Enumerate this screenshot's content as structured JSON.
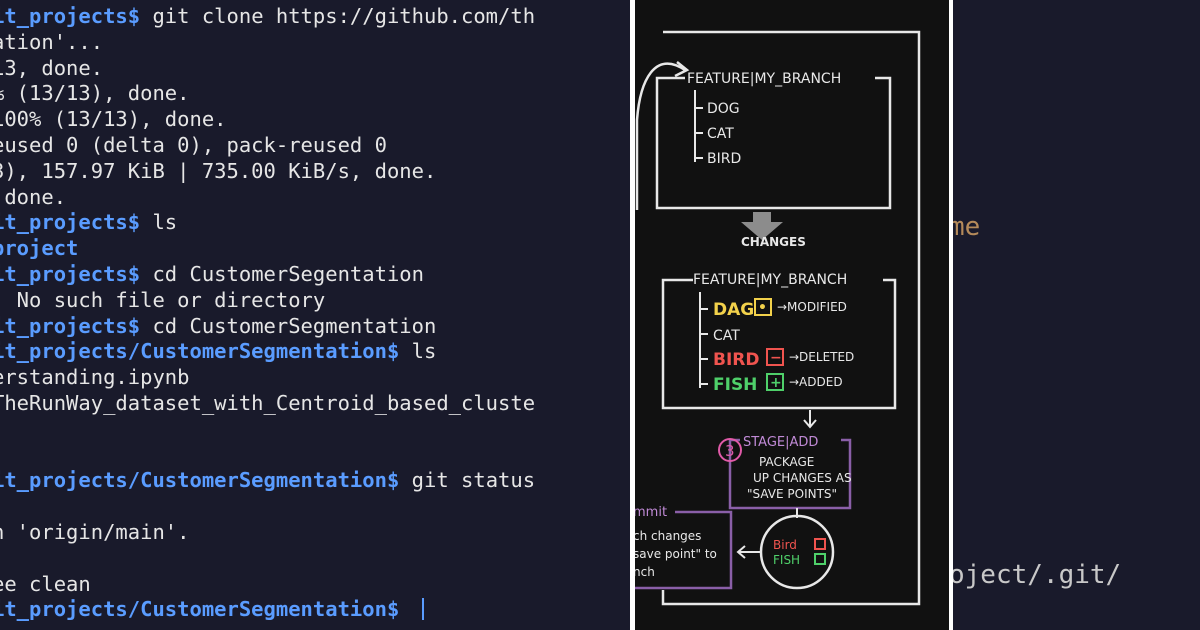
{
  "terminal_left": {
    "lines": [
      {
        "prompt": "it_projects$",
        "text": " git clone https://github.com/th"
      },
      {
        "prompt": "",
        "text": "ation'..."
      },
      {
        "prompt": "",
        "text": "13, done."
      },
      {
        "prompt": "",
        "text": "% (13/13), done."
      },
      {
        "prompt": "",
        "text": "100% (13/13), done."
      },
      {
        "prompt": "",
        "text": "eused 0 (delta 0), pack-reused 0"
      },
      {
        "prompt": "",
        "text": "3), 157.97 KiB | 735.00 KiB/s, done."
      },
      {
        "prompt": "",
        "text": " done."
      },
      {
        "prompt": "it_projects$",
        "text": " ls"
      },
      {
        "prompt": "project",
        "text": ""
      },
      {
        "prompt": "it_projects$",
        "text": " cd CustomerSegentation"
      },
      {
        "prompt": "",
        "text": ": No such file or directory"
      },
      {
        "prompt": "it_projects$",
        "text": " cd CustomerSegmentation"
      },
      {
        "prompt": "it_projects/CustomerSegmentation$",
        "text": " ls"
      },
      {
        "prompt": "",
        "text": "erstanding.ipynb"
      },
      {
        "prompt": "",
        "text": "TheRunWay_dataset_with_Centroid_based_cluste"
      },
      {
        "prompt": "",
        "text": ""
      },
      {
        "prompt": "",
        "text": ""
      },
      {
        "prompt": "it_projects/CustomerSegmentation$",
        "text": " git status"
      },
      {
        "prompt": "",
        "text": ""
      },
      {
        "prompt": "",
        "text": "n 'origin/main'."
      },
      {
        "prompt": "",
        "text": ""
      },
      {
        "prompt": "",
        "text": "ee clean"
      },
      {
        "prompt": "it_projects/CustomerSegmentation$",
        "text": " ",
        "cursor": true
      }
    ]
  },
  "diagram": {
    "top_branch": {
      "title": "FEATURE|MY_BRANCH",
      "items": [
        "DOG",
        "CAT",
        "BIRD"
      ]
    },
    "arrow_label": "CHANGES",
    "bottom_branch": {
      "title": "FEATURE|MY_BRANCH",
      "items": [
        {
          "name": "DAG",
          "mark": "•",
          "note": "MODIFIED",
          "color": "#f2d14b"
        },
        {
          "name": "CAT",
          "mark": "",
          "note": "",
          "color": "#e6e6e6"
        },
        {
          "name": "BIRD",
          "mark": "−",
          "note": "DELETED",
          "color": "#f0544f"
        },
        {
          "name": "FISH",
          "mark": "+",
          "note": "ADDED",
          "color": "#4fd06a"
        }
      ]
    },
    "stage": {
      "number": "3",
      "title": "STAGE|ADD",
      "desc_lines": [
        "PACKAGE",
        "UP CHANGES AS",
        "\"SAVE POINTS\""
      ],
      "accent": "#e05aa8"
    },
    "commit": {
      "title": "mmit",
      "desc_lines": [
        "ch changes",
        "save point\" to",
        "nch"
      ]
    },
    "staged": [
      {
        "name": "Bird",
        "color": "#f0544f"
      },
      {
        "name": "FISH",
        "color": "#4fd06a"
      }
    ]
  },
  "terminal_right": {
    "frag1": "me",
    "frag2": "oject/.git/",
    "frag1_color": "#b48a5a"
  }
}
